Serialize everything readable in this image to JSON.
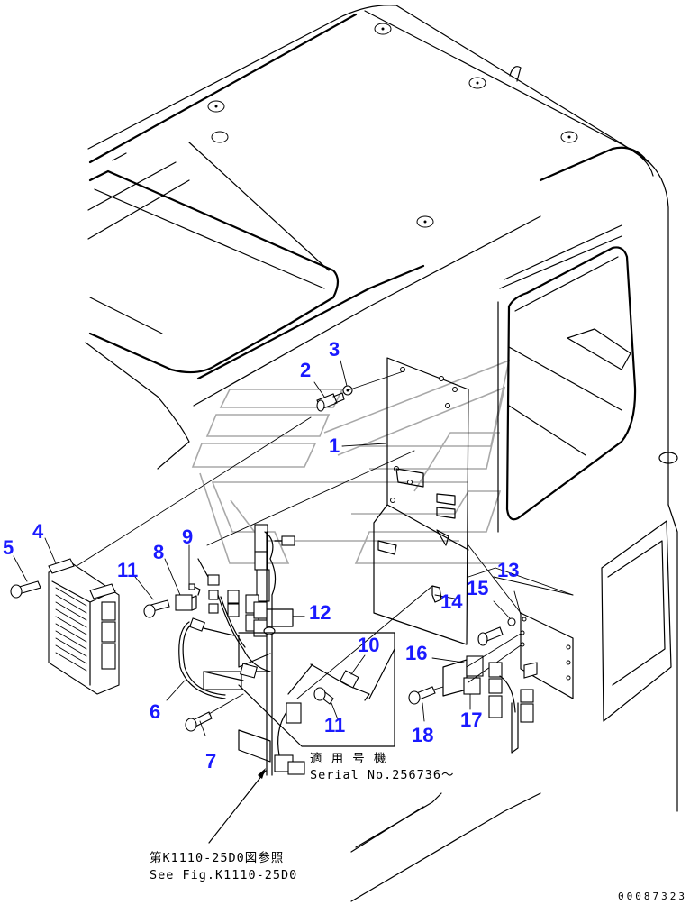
{
  "diagram": {
    "title": "Cab electrical controller & relay mounting - exploded view",
    "label_color": "#1a1aff",
    "line_color": "#000000",
    "watermark_color": "#a8a8a8",
    "callouts": [
      {
        "id": "1",
        "text": "1"
      },
      {
        "id": "2",
        "text": "2"
      },
      {
        "id": "3",
        "text": "3"
      },
      {
        "id": "4",
        "text": "4"
      },
      {
        "id": "5",
        "text": "5"
      },
      {
        "id": "6",
        "text": "6"
      },
      {
        "id": "7",
        "text": "7"
      },
      {
        "id": "8",
        "text": "8"
      },
      {
        "id": "9",
        "text": "9"
      },
      {
        "id": "10",
        "text": "10"
      },
      {
        "id": "11a",
        "text": "11"
      },
      {
        "id": "11b",
        "text": "11"
      },
      {
        "id": "12",
        "text": "12"
      },
      {
        "id": "13",
        "text": "13"
      },
      {
        "id": "14",
        "text": "14"
      },
      {
        "id": "15",
        "text": "15"
      },
      {
        "id": "16",
        "text": "16"
      },
      {
        "id": "17",
        "text": "17"
      },
      {
        "id": "18",
        "text": "18"
      }
    ],
    "notes": {
      "serial_jp": "適 用 号 機",
      "serial_en": "Serial No.256736〜",
      "see_fig_jp": "第K1110-25D0図参照",
      "see_fig_en": "See Fig.K1110-25D0"
    },
    "drawing_number": "00087323"
  }
}
